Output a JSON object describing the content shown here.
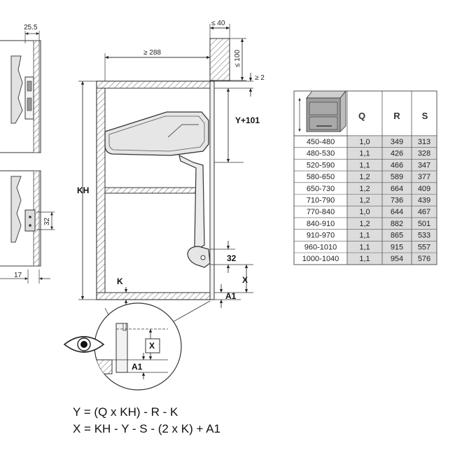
{
  "dimensions": {
    "top_left_width": "25.5",
    "bottom_left_width": "17",
    "bracket_height": "32",
    "top_thickness": "≤ 40",
    "top_depth": "≤ 100",
    "inner_width": "≥ 288",
    "gap": "≥ 2",
    "y_offset": "Y+101",
    "cabinet_height": "KH",
    "hinge_height": "32",
    "x_label": "X",
    "k_label": "K",
    "a1_label": "A1",
    "detail_x_label": "X",
    "detail_a1_label": "A1"
  },
  "formulas": {
    "y": "Y = (Q x KH) - R - K",
    "x": "X = KH - Y - S - (2 x K) + A1"
  },
  "table": {
    "columns": [
      "Q",
      "R",
      "S"
    ],
    "rows": [
      {
        "range": "450-480",
        "q": "1,0",
        "r": "349",
        "s": "313"
      },
      {
        "range": "480-530",
        "q": "1,1",
        "r": "426",
        "s": "328"
      },
      {
        "range": "520-590",
        "q": "1,1",
        "r": "466",
        "s": "347"
      },
      {
        "range": "580-650",
        "q": "1,2",
        "r": "589",
        "s": "377"
      },
      {
        "range": "650-730",
        "q": "1,2",
        "r": "664",
        "s": "409"
      },
      {
        "range": "710-790",
        "q": "1,2",
        "r": "736",
        "s": "439"
      },
      {
        "range": "770-840",
        "q": "1,0",
        "r": "644",
        "s": "467"
      },
      {
        "range": "840-910",
        "q": "1,2",
        "r": "882",
        "s": "501"
      },
      {
        "range": "910-970",
        "q": "1,1",
        "r": "865",
        "s": "533"
      },
      {
        "range": "960-1010",
        "q": "1,1",
        "r": "915",
        "s": "557"
      },
      {
        "range": "1000-1040",
        "q": "1,1",
        "r": "954",
        "s": "576"
      }
    ]
  }
}
